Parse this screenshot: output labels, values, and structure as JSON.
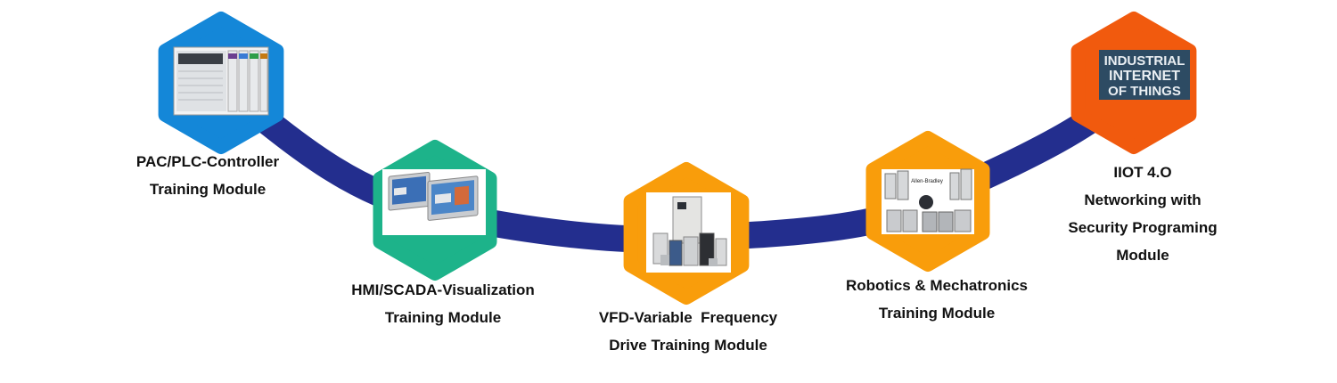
{
  "colors": {
    "path": "#232e8e",
    "plc": "#1487d8",
    "hmi": "#1db38a",
    "vfd": "#f99d0b",
    "robotics": "#f99d0b",
    "iiot": "#f15a0e",
    "iiot_panel": "#2d4b63"
  },
  "modules": [
    {
      "id": "plc",
      "icon": "plc-rack-image",
      "lines": [
        "PAC/PLC-Controller",
        "Training Module"
      ]
    },
    {
      "id": "hmi",
      "icon": "hmi-panels-image",
      "lines": [
        "HMI/SCADA-Visualization",
        "Training Module"
      ]
    },
    {
      "id": "vfd",
      "icon": "vfd-drives-image",
      "lines": [
        "VFD-Variable  Frequency",
        "Drive Training Module"
      ]
    },
    {
      "id": "robotics",
      "icon": "servo-drives-image",
      "lines": [
        "Robotics & Mechatronics",
        "Training Module"
      ]
    },
    {
      "id": "iiot",
      "icon": "iiot-logo-image",
      "lines": [
        "IIOT 4.O",
        "Networking with",
        "Security Programing",
        "Module"
      ]
    }
  ],
  "iiot_logo": {
    "lines": [
      "INDUSTRIAL",
      "INTERNET",
      "OF THINGS"
    ]
  },
  "brand_text": "Allen-Bradley"
}
